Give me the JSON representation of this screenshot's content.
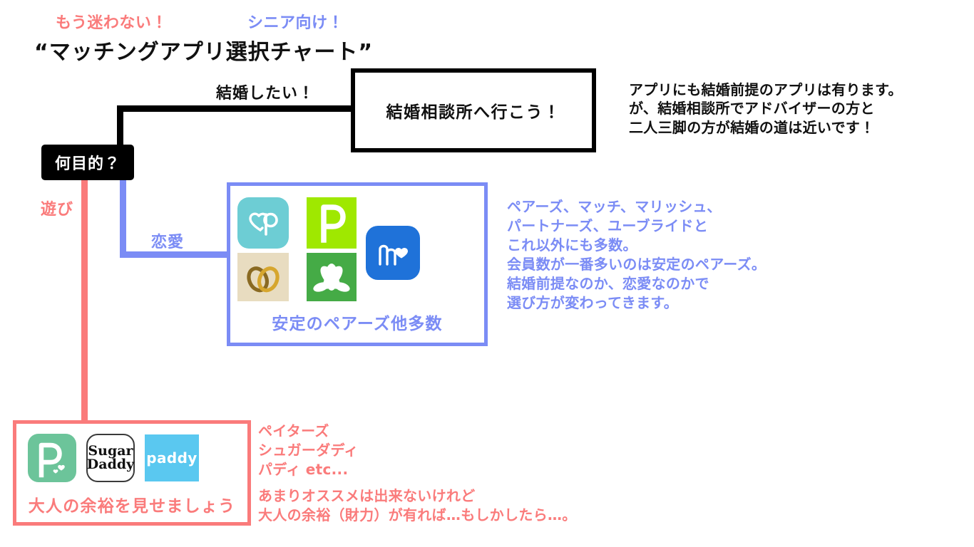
{
  "header": {
    "kicker_left": "もう迷わない！",
    "kicker_right": "シニア向け！",
    "title": "“マッチングアプリ選択チャート”",
    "kicker_left_color": "#fa7b7b",
    "kicker_right_color": "#7b8cf5"
  },
  "chart_data": {
    "type": "diagram",
    "title": "“マッチングアプリ選択チャート”",
    "root": {
      "label": "何目的？",
      "bg": "#000000",
      "fg": "#ffffff"
    },
    "branches": [
      {
        "edge_label": "結婚したい！",
        "edge_color": "#000000",
        "outcome": "結婚相談所へ行こう！",
        "note": "アプリにも結婚前提のアプリは有ります。\nが、結婚相談所でアドバイザーの方と\n二人三脚の方が結婚の道は近いです！"
      },
      {
        "edge_label": "恋愛",
        "edge_color": "#7b8cf5",
        "outcome": "安定のペアーズ他多数",
        "note": "ペアーズ、マッチ、マリッシュ、\nパートナーズ、ユーブライドと\nこれ以外にも多数。\n会員数が一番多いのは安定のペアーズ。\n結婚前提なのか、恋愛なのかで\n選び方が変わってきます。",
        "apps": [
          "pairs",
          "poiboy",
          "match",
          "marrish",
          "youbride"
        ]
      },
      {
        "edge_label": "遊び",
        "edge_color": "#fa7b7b",
        "outcome": "大人の余裕を見せましょう",
        "note_list": "ペイターズ\nシュガーダディ\nパディ etc...",
        "note_comment": "あまりオススメは出来ないけれど\n大人の余裕（財力）が有れば…もしかしたら…。",
        "apps": [
          "paters",
          "sugar-daddy",
          "paddy"
        ]
      }
    ]
  },
  "edges": {
    "marriage_label": "結婚したい！",
    "love_label": "恋愛",
    "play_label": "遊び"
  },
  "agency": {
    "box_label": "結婚相談所へ行こう！",
    "note": "アプリにも結婚前提のアプリは有ります。\nが、結婚相談所でアドバイザーの方と\n二人三脚の方が結婚の道は近いです！"
  },
  "love": {
    "caption": "安定のペアーズ他多数",
    "note": "ペアーズ、マッチ、マリッシュ、\nパートナーズ、ユーブライドと\nこれ以外にも多数。\n会員数が一番多いのは安定のペアーズ。\n結婚前提なのか、恋愛なのかで\n選び方が変わってきます。",
    "border_color": "#7b8cf5",
    "apps": [
      {
        "name": "pairs-app-icon",
        "bg": "#6dcdd4"
      },
      {
        "name": "poiboy-app-icon",
        "bg": "#9fe800"
      },
      {
        "name": "match-app-icon",
        "bg": "#1f72d9"
      },
      {
        "name": "marrish-app-icon",
        "bg": "#e8dcc0"
      },
      {
        "name": "youbride-app-icon",
        "bg": "#45ab46"
      }
    ]
  },
  "play": {
    "caption": "大人の余裕を見せましょう",
    "note_list": "ペイターズ\nシュガーダディ\nパディ etc...",
    "note_comment": "あまりオススメは出来ないけれど\n大人の余裕（財力）が有れば…もしかしたら…。",
    "border_color": "#fa7b7b",
    "apps": [
      {
        "name": "paters-app-icon",
        "bg": "#6cc49a",
        "label": "p."
      },
      {
        "name": "sugar-daddy-app-icon",
        "bg": "#ffffff",
        "line1": "Sugar",
        "line2": "Daddy"
      },
      {
        "name": "paddy-app-icon",
        "bg": "#5ac8f0",
        "label": "paddy"
      }
    ]
  },
  "root": {
    "label": "何目的？"
  }
}
